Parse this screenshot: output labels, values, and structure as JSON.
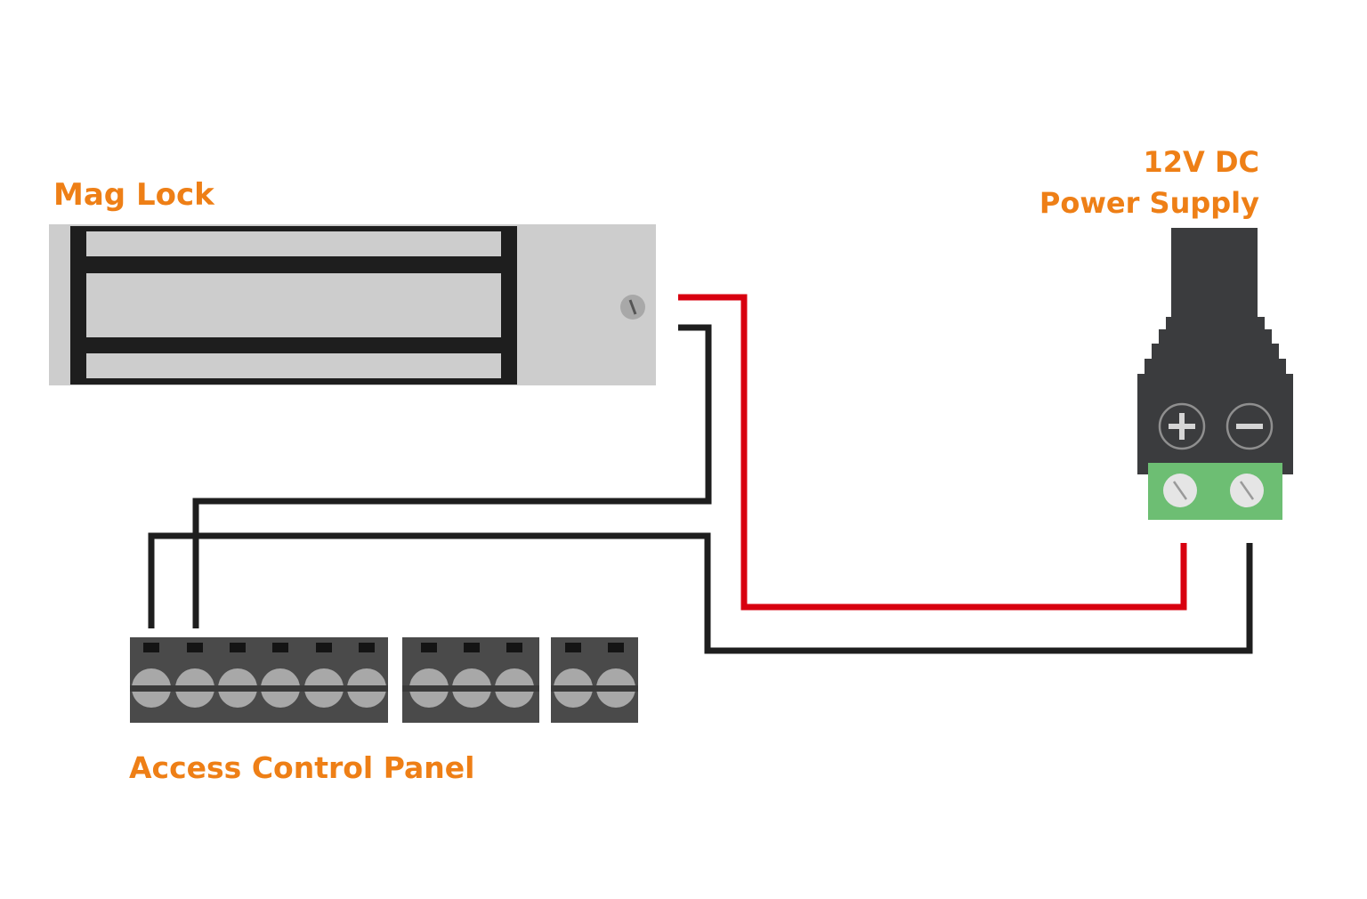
{
  "labels": {
    "mag_lock": "Mag Lock",
    "power_line1": "12V DC",
    "power_line2": "Power Supply",
    "panel": "Access Control Panel"
  },
  "colors": {
    "label": "#EE7F16",
    "lock_body": "#CDCDCD",
    "lock_core": "#1E1E1E",
    "connector": "#3B3C3E",
    "terminal_green": "#6DBE73",
    "terminal_block": "#4A4A4A",
    "screw": "#A8A8A8",
    "wire_red": "#D8000F",
    "wire_black": "#1E1E1E"
  },
  "icons": {
    "lock_screw": "screw-icon",
    "psu_positive": "plus-icon",
    "psu_negative": "minus-icon"
  }
}
